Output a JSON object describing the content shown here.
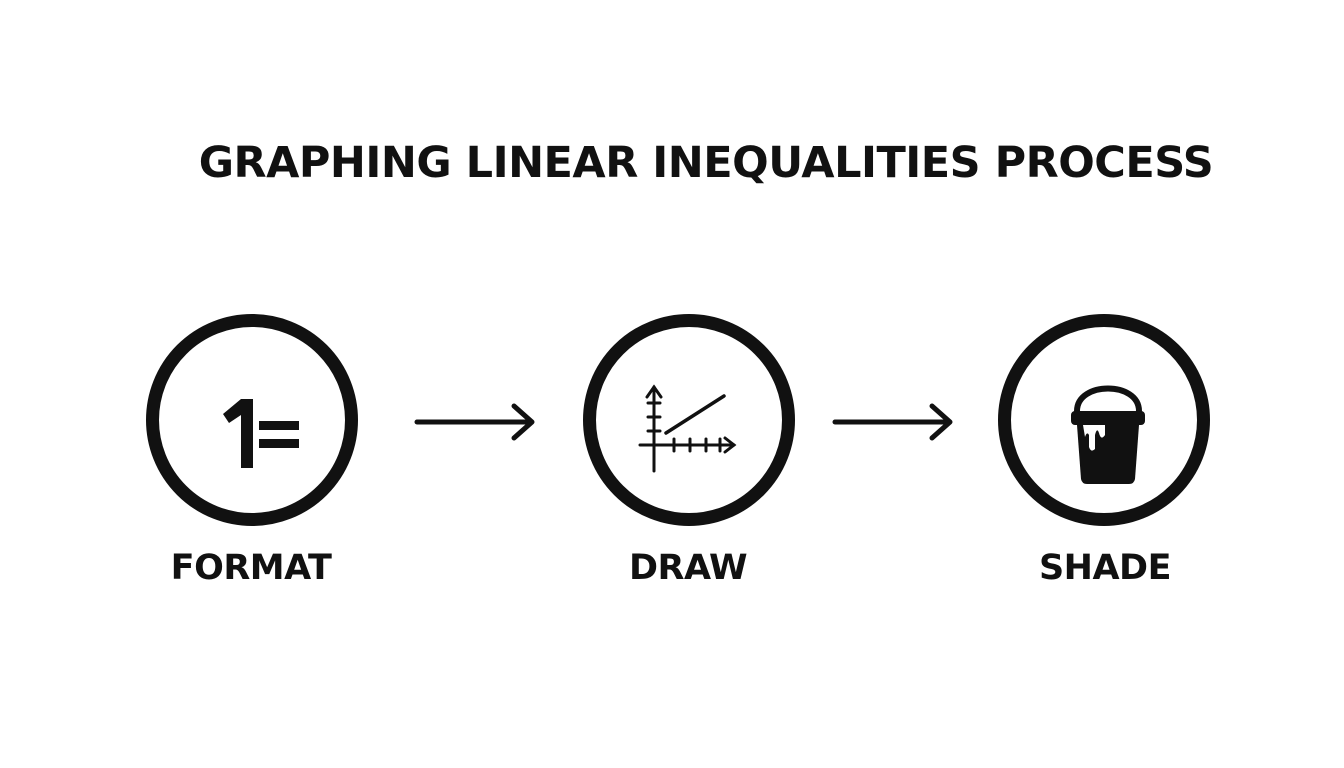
{
  "title": "GRAPHING LINEAR INEQUALITIES PROCESS",
  "steps": [
    {
      "label": "FORMAT",
      "icon": "equation-icon",
      "icon_text": "1="
    },
    {
      "label": "DRAW",
      "icon": "graph-line-icon"
    },
    {
      "label": "SHADE",
      "icon": "paint-bucket-icon"
    }
  ],
  "colors": {
    "ink": "#111111",
    "background": "#ffffff"
  }
}
